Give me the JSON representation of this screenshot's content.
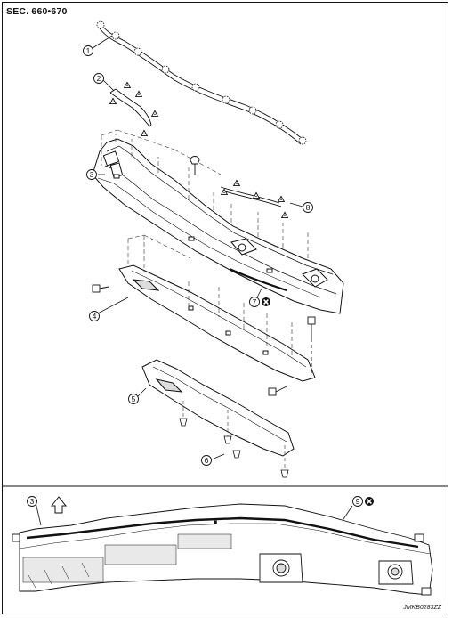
{
  "section_title": "SEC. 660•670",
  "illustration_code": "JMKB0283ZZ",
  "callouts": [
    {
      "id": "1",
      "label": "1"
    },
    {
      "id": "2",
      "label": "2"
    },
    {
      "id": "3",
      "label": "3"
    },
    {
      "id": "4",
      "label": "4"
    },
    {
      "id": "5",
      "label": "5"
    },
    {
      "id": "6",
      "label": "6"
    },
    {
      "id": "7",
      "label": "7"
    },
    {
      "id": "8",
      "label": "8"
    },
    {
      "id": "9",
      "label": "9"
    },
    {
      "id": "3b",
      "label": "3"
    }
  ],
  "icons": {
    "do_not_reuse": "do-not-reuse-icon",
    "clip": "clip-triangle-icon",
    "front_arrow": "front-arrow-icon"
  }
}
